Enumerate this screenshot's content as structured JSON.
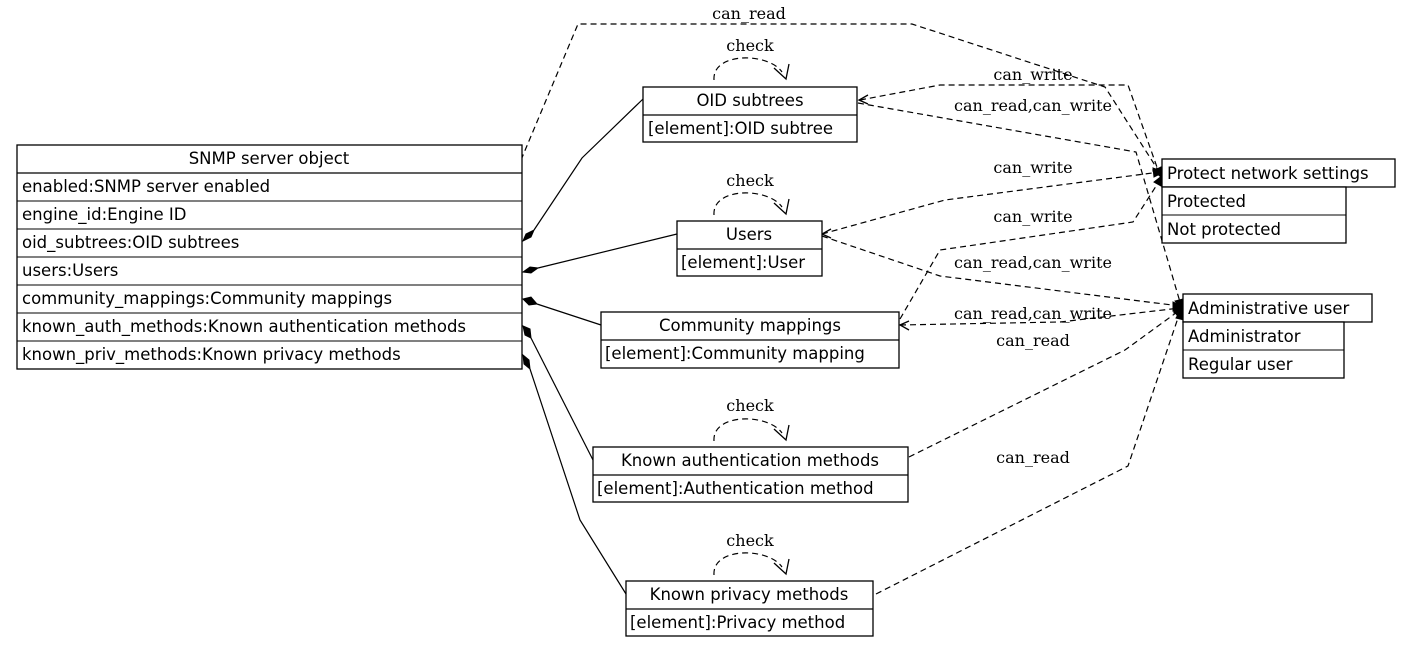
{
  "nodes": {
    "snmp": {
      "title": "SNMP server object",
      "fields": [
        "enabled:SNMP server enabled",
        "engine_id:Engine ID",
        "oid_subtrees:OID subtrees",
        "users:Users",
        "community_mappings:Community mappings",
        "known_auth_methods:Known authentication methods",
        "known_priv_methods:Known privacy methods"
      ]
    },
    "oid": {
      "title": "OID subtrees",
      "fields": [
        "[element]:OID subtree"
      ]
    },
    "users": {
      "title": "Users",
      "fields": [
        "[element]:User"
      ]
    },
    "community": {
      "title": "Community mappings",
      "fields": [
        "[element]:Community mapping"
      ]
    },
    "auth": {
      "title": "Known authentication methods",
      "fields": [
        "[element]:Authentication method"
      ]
    },
    "priv": {
      "title": "Known privacy methods",
      "fields": [
        "[element]:Privacy method"
      ]
    },
    "protect": {
      "title": "Protect network settings",
      "fields": [
        "Protected",
        "Not protected"
      ]
    },
    "admin": {
      "title": "Administrative user",
      "fields": [
        "Administrator",
        "Regular user"
      ]
    }
  },
  "edge_labels": {
    "snmp_can_read": "can_read",
    "oid_check": "check",
    "oid_can_write": "can_write",
    "oid_can_read_write": "can_read,can_write",
    "users_check": "check",
    "users_can_write": "can_write",
    "users_can_read_write": "can_read,can_write",
    "community_can_write": "can_write",
    "community_can_read_write": "can_read,can_write",
    "auth_check": "check",
    "auth_can_read": "can_read",
    "priv_check": "check",
    "priv_can_read": "can_read"
  }
}
